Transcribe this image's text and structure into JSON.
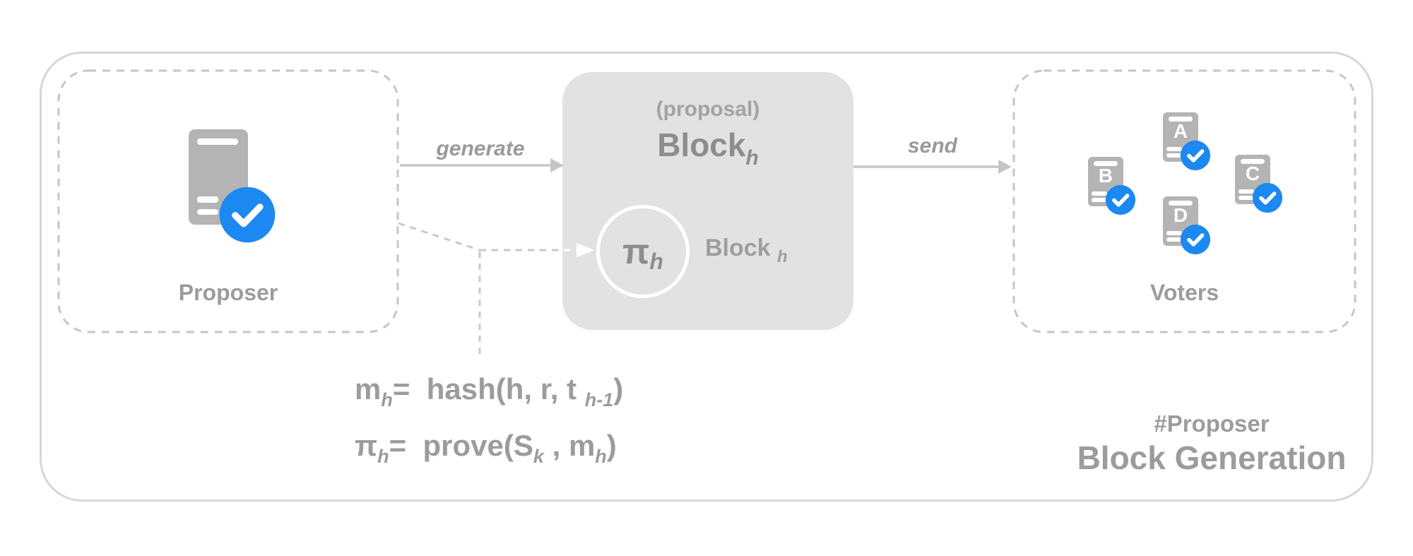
{
  "proposer": {
    "label": "Proposer",
    "icon": "document-check-icon"
  },
  "arrows": {
    "generate_label": "generate",
    "send_label": "send"
  },
  "block_box": {
    "subtitle": "(proposal)",
    "title": "Block",
    "title_sub": "h",
    "pi_symbol": "π",
    "pi_sub": "h",
    "attach_label": "Block ",
    "attach_sub": "h"
  },
  "voters": {
    "label": "Voters",
    "icon": "document-check-icon",
    "nodes": [
      {
        "letter": "A"
      },
      {
        "letter": "B"
      },
      {
        "letter": "C"
      },
      {
        "letter": "D"
      }
    ]
  },
  "formulas": {
    "f1": {
      "p1": "m",
      "s1": "h",
      "p2": "=  hash(h, r, t ",
      "s2": "h-1",
      "p3": ")"
    },
    "f2": {
      "p1": "π",
      "s1": "h",
      "p2": "=  prove(S",
      "s2": "k",
      "p3": " , m",
      "s3": "h",
      "p4": ")"
    }
  },
  "caption": {
    "tag": "#Proposer",
    "title": "Block Generation"
  },
  "colors": {
    "accent_blue": "#1c88f2",
    "block_box_fill": "#e2e2e2",
    "node_gray": "#b4b4b4",
    "text_gray": "#9c9c9c",
    "text_dark_gray": "#8d8d8d",
    "arrow_gray": "#c6c6c6",
    "dash_gray": "#c6c6c6",
    "frame_gray": "#d6d6d6"
  }
}
